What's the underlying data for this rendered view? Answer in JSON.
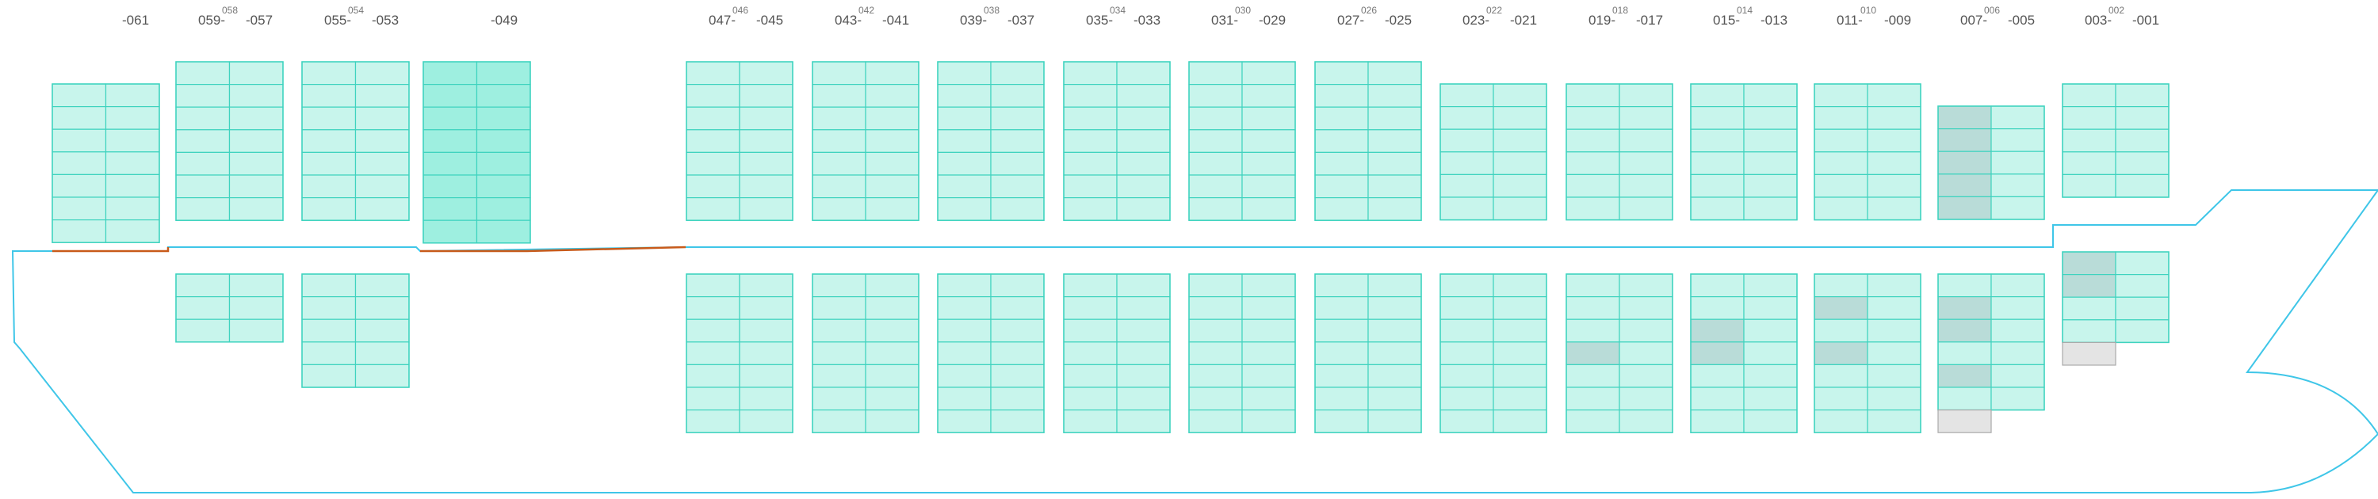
{
  "bay_labels": [
    {
      "prefix": "-061",
      "suffix": "",
      "mid": ""
    },
    {
      "prefix": "059-",
      "suffix": "-057",
      "mid": "058"
    },
    {
      "prefix": "055-",
      "suffix": "-053",
      "mid": "054"
    },
    {
      "prefix": "",
      "suffix": "-049",
      "mid": ""
    },
    {
      "prefix": "047-",
      "suffix": "-045",
      "mid": "046"
    },
    {
      "prefix": "043-",
      "suffix": "-041",
      "mid": "042"
    },
    {
      "prefix": "039-",
      "suffix": "-037",
      "mid": "038"
    },
    {
      "prefix": "035-",
      "suffix": "-033",
      "mid": "034"
    },
    {
      "prefix": "031-",
      "suffix": "-029",
      "mid": "030"
    },
    {
      "prefix": "027-",
      "suffix": "-025",
      "mid": "026"
    },
    {
      "prefix": "023-",
      "suffix": "-021",
      "mid": "022"
    },
    {
      "prefix": "019-",
      "suffix": "-017",
      "mid": "018"
    },
    {
      "prefix": "015-",
      "suffix": "-013",
      "mid": "014"
    },
    {
      "prefix": "011-",
      "suffix": "-009",
      "mid": "010"
    },
    {
      "prefix": "007-",
      "suffix": "-005",
      "mid": "006"
    },
    {
      "prefix": "003-",
      "suffix": "-001",
      "mid": "002"
    }
  ],
  "colors": {
    "slot_fill": "#c8f5ec",
    "slot_stroke": "#3fd3bf",
    "slot_highlight": "#9eefe0",
    "slot_grey": "#b9dcd8",
    "slot_empty": "#e4e4e4",
    "hull_line": "#3fc6e8",
    "deck_line": "#c85a1a"
  }
}
